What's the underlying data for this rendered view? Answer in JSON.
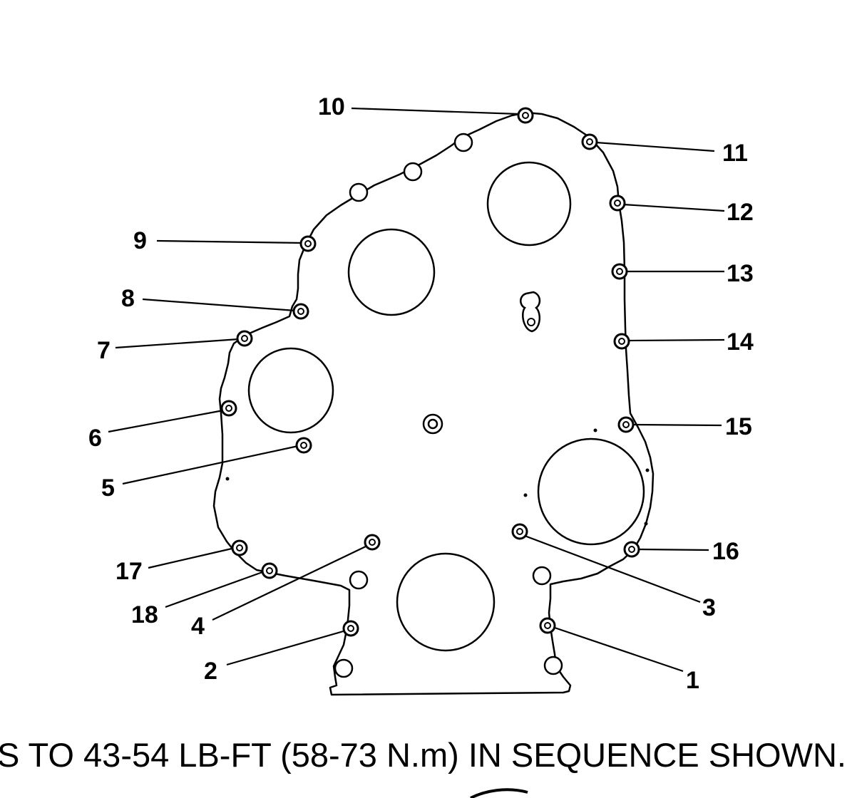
{
  "caption": "S  TO  43-54  LB-FT (58-73 N.m) IN SEQUENCE SHOWN.",
  "callouts": [
    {
      "id": "1",
      "label": "1"
    },
    {
      "id": "2",
      "label": "2"
    },
    {
      "id": "3",
      "label": "3"
    },
    {
      "id": "4",
      "label": "4"
    },
    {
      "id": "5",
      "label": "5"
    },
    {
      "id": "6",
      "label": "6"
    },
    {
      "id": "7",
      "label": "7"
    },
    {
      "id": "8",
      "label": "8"
    },
    {
      "id": "9",
      "label": "9"
    },
    {
      "id": "10",
      "label": "10"
    },
    {
      "id": "11",
      "label": "11"
    },
    {
      "id": "12",
      "label": "12"
    },
    {
      "id": "13",
      "label": "13"
    },
    {
      "id": "14",
      "label": "14"
    },
    {
      "id": "15",
      "label": "15"
    },
    {
      "id": "16",
      "label": "16"
    },
    {
      "id": "17",
      "label": "17"
    },
    {
      "id": "18",
      "label": "18"
    }
  ],
  "colors": {
    "line": "#000000",
    "background": "#ffffff"
  }
}
